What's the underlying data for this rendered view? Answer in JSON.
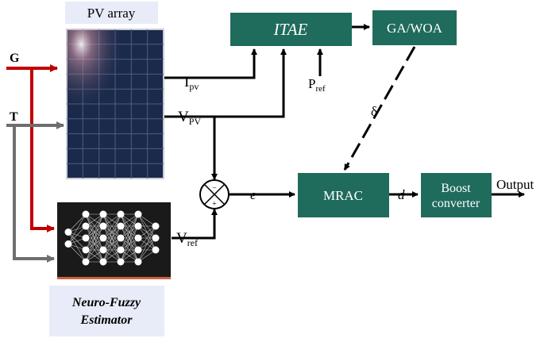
{
  "pv_label": "PV array",
  "nf_label": [
    "Neuro-Fuzzy",
    "Estimator"
  ],
  "blocks": {
    "itae": "ITAE",
    "ga_woa": "GA/WOA",
    "mrac": "MRAC",
    "boost": [
      "Boost",
      "converter"
    ]
  },
  "inputs": {
    "G": "G",
    "T": "T"
  },
  "signals": {
    "ipv": {
      "main": "I",
      "sub": "pv"
    },
    "vpv": {
      "main": "V",
      "sub": "PV"
    },
    "vref": {
      "main": "V",
      "sub": "ref"
    },
    "pref": {
      "main": "P",
      "sub": "ref"
    },
    "e": "e",
    "d": "d",
    "delta": "δ",
    "output": "Output"
  },
  "summing_signs": {
    "minus": "−",
    "plus": "+"
  },
  "colors": {
    "block": "#1f6b5c",
    "label_bg": "#e8ecf8",
    "G_line": "#c00000",
    "T_line": "#6e6e6e",
    "panel": "#1b2a4a",
    "nn_bg": "#1a1a1a"
  }
}
